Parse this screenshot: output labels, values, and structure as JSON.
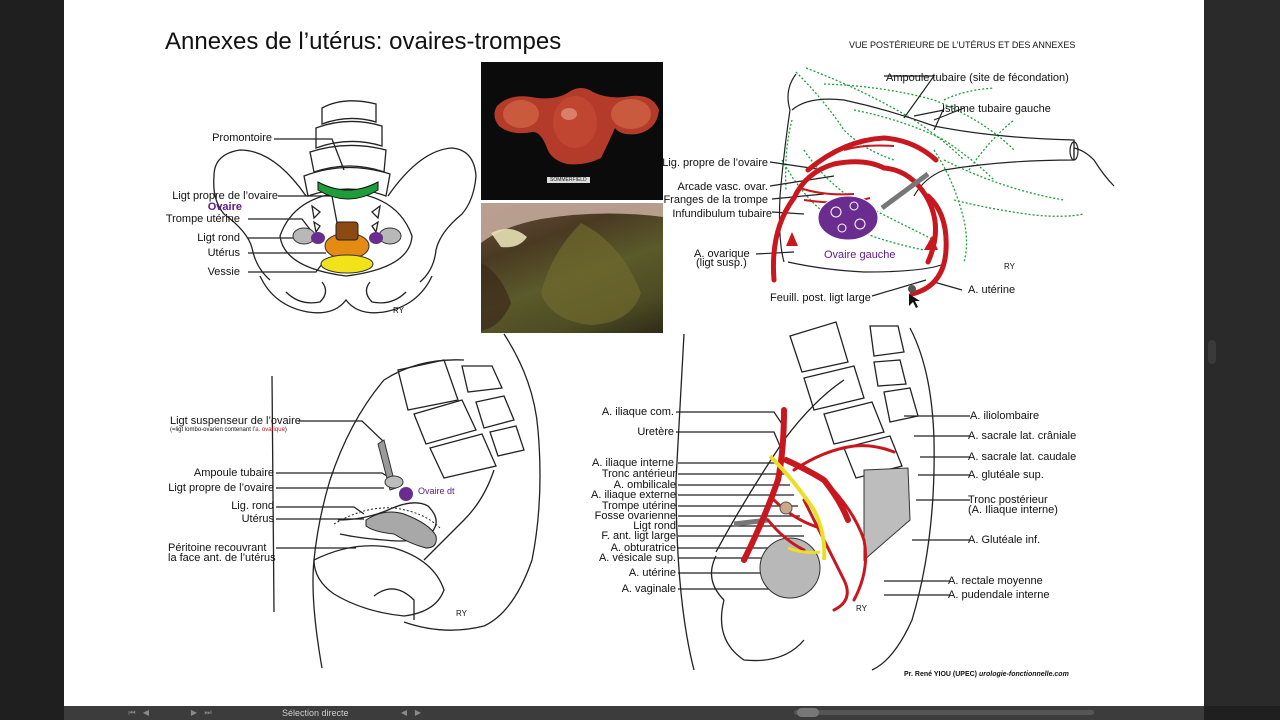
{
  "title": "Annexes de l’utérus: ovaires-trompes",
  "status": {
    "selection_label": "Sélection directe"
  },
  "panel_pelvis_front": {
    "labels": [
      "Promontoire",
      "Ligt propre de l’ovaire",
      "Ovaire",
      "Trompe utérine",
      "Ligt rond",
      "Utérus",
      "Vessie"
    ],
    "signature": "RY"
  },
  "photo_specimen": {
    "caption": "SOMMERFIELD"
  },
  "panel_posterior": {
    "heading": "VUE POSTÉRIEURE DE L’UTÉRUS ET DES ANNEXES",
    "labels": {
      "ampoule": "Ampoule tubaire (site de fécondation)",
      "isthme": "Isthme tubaire gauche",
      "lig_propre": "Lig. propre de l’ovaire",
      "arcade": "Arcade vasc. ovar.",
      "franges": "Franges de la trompe",
      "infundibulum": "Infundibulum tubaire",
      "a_ovarique_1": "A. ovarique",
      "a_ovarique_2": "(ligt susp.)",
      "ovaire_gauche": "Ovaire gauche",
      "feuill": "Feuill. post. ligt large",
      "a_uterine": "A. utérine",
      "signature": "RY"
    }
  },
  "panel_sagittal": {
    "susp_1": "Ligt suspenseur de l’ovaire",
    "susp_2_pre": "(=ligt lombo-ovarien contenant l’",
    "susp_2_red": "a. ovarique",
    "susp_2_post": ")",
    "ampoule": "Ampoule tubaire",
    "lig_propre": "Ligt propre de l’ovaire",
    "lig_rond": "Lig. rond",
    "uterus": "Utérus",
    "ovaire_dt": "Ovaire dt",
    "peritoine_1": "Péritoine recouvrant",
    "peritoine_2": "la face ant. de l’utérus",
    "signature": "RY"
  },
  "panel_arteries": {
    "left_labels": [
      "A. iliaque com.",
      "Uretère",
      "A. iliaque interne",
      "Tronc antérieur",
      "A. ombilicale",
      "A. iliaque externe",
      "Trompe utérine",
      "Fosse ovarienne",
      "Ligt rond",
      "F. ant. ligt large",
      "A. obturatrice",
      "A. vésicale sup.",
      "A. utérine",
      "A. vaginale"
    ],
    "right_labels": [
      "A. iliolombaire",
      "A. sacrale lat. crâniale",
      "A. sacrale lat. caudale",
      "A. glutéale sup.",
      "Tronc postérieur",
      "(A. Iliaque interne)",
      "A. Glutéale inf.",
      "A. rectale moyenne",
      "A. pudendale interne"
    ],
    "signature": "RY",
    "credit_name": "Pr. René YIOU (UPEC)",
    "credit_site": "urologie-fonctionnelle.com"
  },
  "colors": {
    "artery": "#c8171e",
    "ovary": "#6a2d8f",
    "bladder": "#f2e21a",
    "uterus": "#e58a12",
    "green": "#1e9e3a",
    "ureter": "#eadf26"
  }
}
